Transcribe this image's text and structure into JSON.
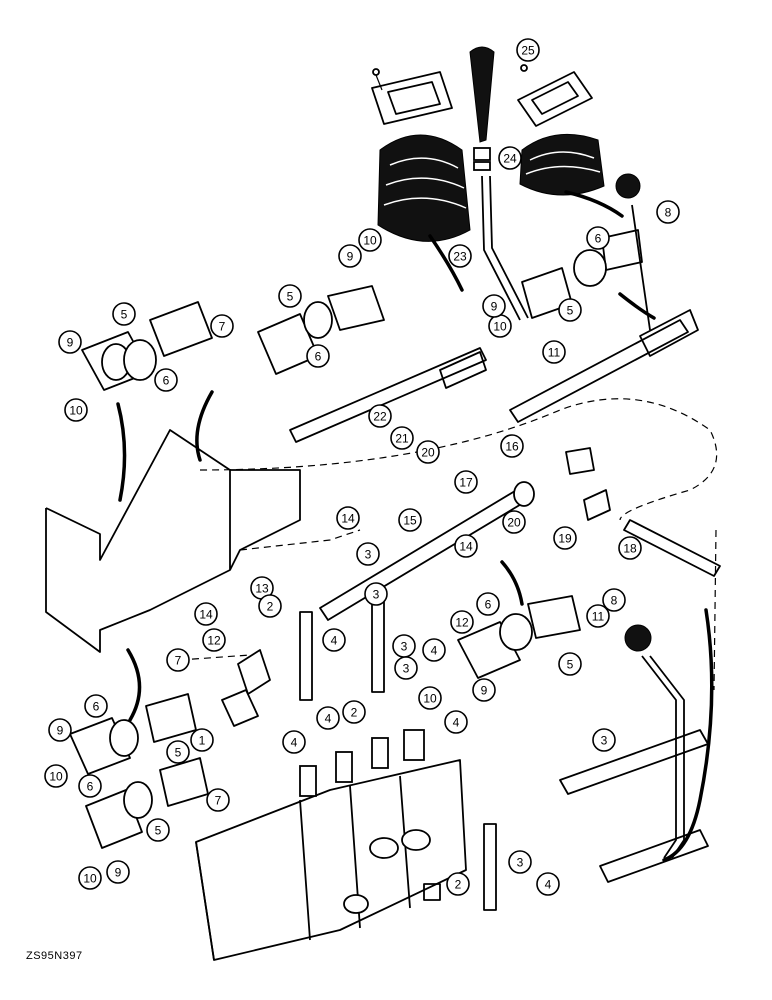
{
  "figure_ref": "ZS95N397",
  "callouts": [
    {
      "label": "25"
    },
    {
      "label": "24"
    },
    {
      "label": "23"
    },
    {
      "label": "8"
    },
    {
      "label": "6"
    },
    {
      "label": "10"
    },
    {
      "label": "9"
    },
    {
      "label": "5"
    },
    {
      "label": "7"
    },
    {
      "label": "6"
    },
    {
      "label": "5"
    },
    {
      "label": "9"
    },
    {
      "label": "6"
    },
    {
      "label": "10"
    },
    {
      "label": "10"
    },
    {
      "label": "9"
    },
    {
      "label": "11"
    },
    {
      "label": "5"
    },
    {
      "label": "22"
    },
    {
      "label": "21"
    },
    {
      "label": "20"
    },
    {
      "label": "16"
    },
    {
      "label": "17"
    },
    {
      "label": "14"
    },
    {
      "label": "15"
    },
    {
      "label": "14"
    },
    {
      "label": "20"
    },
    {
      "label": "19"
    },
    {
      "label": "18"
    },
    {
      "label": "3"
    },
    {
      "label": "13"
    },
    {
      "label": "2"
    },
    {
      "label": "3"
    },
    {
      "label": "12"
    },
    {
      "label": "6"
    },
    {
      "label": "8"
    },
    {
      "label": "11"
    },
    {
      "label": "14"
    },
    {
      "label": "12"
    },
    {
      "label": "4"
    },
    {
      "label": "3"
    },
    {
      "label": "4"
    },
    {
      "label": "7"
    },
    {
      "label": "5"
    },
    {
      "label": "3"
    },
    {
      "label": "10"
    },
    {
      "label": "9"
    },
    {
      "label": "2"
    },
    {
      "label": "4"
    },
    {
      "label": "4"
    },
    {
      "label": "1"
    },
    {
      "label": "4"
    },
    {
      "label": "6"
    },
    {
      "label": "5"
    },
    {
      "label": "9"
    },
    {
      "label": "10"
    },
    {
      "label": "6"
    },
    {
      "label": "7"
    },
    {
      "label": "5"
    },
    {
      "label": "10"
    },
    {
      "label": "9"
    },
    {
      "label": "3"
    },
    {
      "label": "3"
    },
    {
      "label": "2"
    },
    {
      "label": "4"
    }
  ]
}
